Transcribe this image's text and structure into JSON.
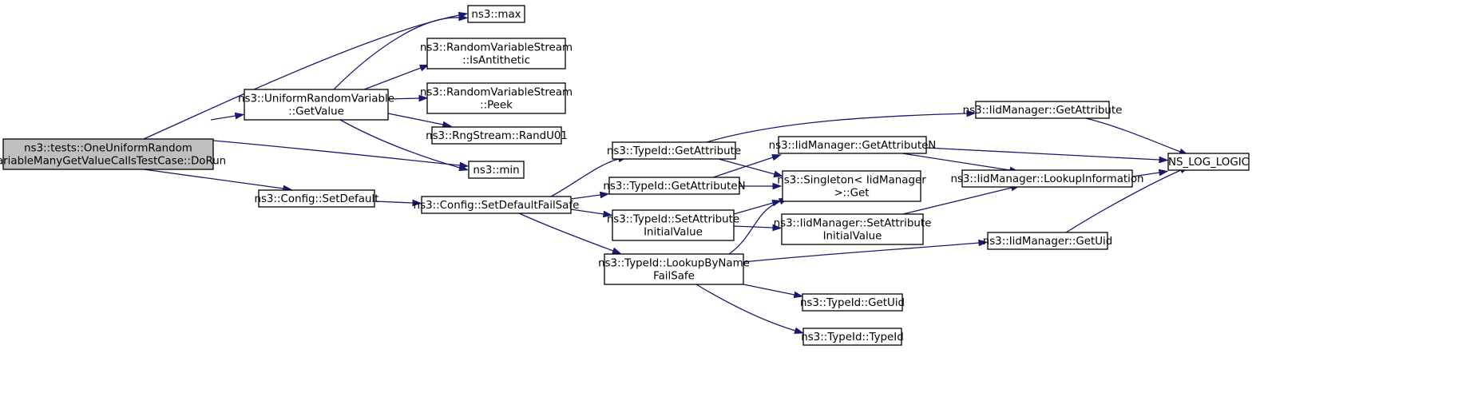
{
  "diagram": {
    "nodes": [
      {
        "id": "root",
        "lines": [
          "ns3::tests::OneUniformRandom",
          "VariableManyGetValueCallsTestCase::DoRun"
        ],
        "highlight": true
      },
      {
        "id": "max",
        "lines": [
          "ns3::max"
        ]
      },
      {
        "id": "isanti",
        "lines": [
          "ns3::RandomVariableStream",
          "::IsAntithetic"
        ]
      },
      {
        "id": "peek",
        "lines": [
          "ns3::RandomVariableStream",
          "::Peek"
        ]
      },
      {
        "id": "urv_getvalue",
        "lines": [
          "ns3::UniformRandomVariable",
          "::GetValue"
        ]
      },
      {
        "id": "randu01",
        "lines": [
          "ns3::RngStream::RandU01"
        ]
      },
      {
        "id": "min",
        "lines": [
          "ns3::min"
        ]
      },
      {
        "id": "setdefault",
        "lines": [
          "ns3::Config::SetDefault"
        ]
      },
      {
        "id": "setdefaultfs",
        "lines": [
          "ns3::Config::SetDefaultFailSafe"
        ]
      },
      {
        "id": "tid_getattr",
        "lines": [
          "ns3::TypeId::GetAttribute"
        ]
      },
      {
        "id": "tid_getattrn",
        "lines": [
          "ns3::TypeId::GetAttributeN"
        ]
      },
      {
        "id": "tid_setattr",
        "lines": [
          "ns3::TypeId::SetAttribute",
          "InitialValue"
        ]
      },
      {
        "id": "tid_lookup",
        "lines": [
          "ns3::TypeId::LookupByName",
          "FailSafe"
        ]
      },
      {
        "id": "iid_getattrn",
        "lines": [
          "ns3::IidManager::GetAttributeN"
        ]
      },
      {
        "id": "singleton",
        "lines": [
          "ns3::Singleton< IidManager",
          ">::Get"
        ]
      },
      {
        "id": "iid_setattr",
        "lines": [
          "ns3::IidManager::SetAttribute",
          "InitialValue"
        ]
      },
      {
        "id": "iid_getattr",
        "lines": [
          "ns3::IidManager::GetAttribute"
        ]
      },
      {
        "id": "iid_lookupinfo",
        "lines": [
          "ns3::IidManager::LookupInformation"
        ]
      },
      {
        "id": "iid_getuid",
        "lines": [
          "ns3::IidManager::GetUid"
        ]
      },
      {
        "id": "nslog",
        "lines": [
          "NS_LOG_LOGIC"
        ]
      },
      {
        "id": "tid_getuid",
        "lines": [
          "ns3::TypeId::GetUid"
        ]
      },
      {
        "id": "tid_typeid",
        "lines": [
          "ns3::TypeId::TypeId"
        ]
      }
    ],
    "edges": [
      {
        "from": "root",
        "to": "max"
      },
      {
        "from": "root",
        "to": "urv_getvalue"
      },
      {
        "from": "root",
        "to": "min"
      },
      {
        "from": "root",
        "to": "setdefault"
      },
      {
        "from": "urv_getvalue",
        "to": "max"
      },
      {
        "from": "urv_getvalue",
        "to": "isanti"
      },
      {
        "from": "urv_getvalue",
        "to": "peek"
      },
      {
        "from": "urv_getvalue",
        "to": "randu01"
      },
      {
        "from": "urv_getvalue",
        "to": "min"
      },
      {
        "from": "setdefault",
        "to": "setdefaultfs"
      },
      {
        "from": "setdefaultfs",
        "to": "tid_getattr"
      },
      {
        "from": "setdefaultfs",
        "to": "tid_getattrn"
      },
      {
        "from": "setdefaultfs",
        "to": "tid_setattr"
      },
      {
        "from": "setdefaultfs",
        "to": "tid_lookup"
      },
      {
        "from": "tid_getattr",
        "to": "iid_getattr"
      },
      {
        "from": "tid_getattr",
        "to": "singleton"
      },
      {
        "from": "tid_getattrn",
        "to": "iid_getattrn"
      },
      {
        "from": "tid_getattrn",
        "to": "singleton"
      },
      {
        "from": "tid_setattr",
        "to": "singleton"
      },
      {
        "from": "tid_setattr",
        "to": "iid_setattr"
      },
      {
        "from": "tid_lookup",
        "to": "singleton"
      },
      {
        "from": "tid_lookup",
        "to": "iid_getuid"
      },
      {
        "from": "tid_lookup",
        "to": "tid_getuid"
      },
      {
        "from": "tid_lookup",
        "to": "tid_typeid"
      },
      {
        "from": "iid_getattrn",
        "to": "nslog"
      },
      {
        "from": "iid_getattrn",
        "to": "iid_lookupinfo"
      },
      {
        "from": "iid_setattr",
        "to": "iid_lookupinfo"
      },
      {
        "from": "iid_getattr",
        "to": "nslog"
      },
      {
        "from": "iid_lookupinfo",
        "to": "nslog"
      },
      {
        "from": "iid_getuid",
        "to": "nslog"
      }
    ]
  }
}
